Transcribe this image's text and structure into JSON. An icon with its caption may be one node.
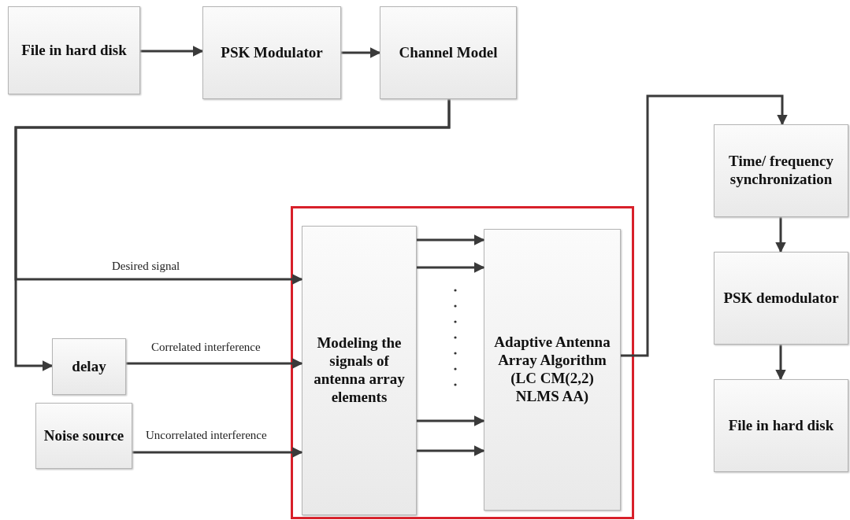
{
  "diagram": {
    "nodes": [
      {
        "text": [
          "File in hard disk"
        ]
      },
      {
        "text": [
          "PSK Modulator"
        ]
      },
      {
        "text": [
          "Channel Model"
        ]
      },
      {
        "text": [],
        "shape": "box"
      },
      {
        "text": [
          "Modeling the signals of antenna array elements"
        ],
        "in": 3
      },
      {
        "text": [
          "Adaptive Antenna Array Algorithm (LC CM(2,2) NLMS AA)"
        ],
        "in": 3
      },
      {
        "text": [
          "delay"
        ]
      },
      {
        "text": [
          "Noise source"
        ]
      },
      {
        "text": [
          "Time/ frequency synchronization"
        ]
      },
      {
        "text": [
          "PSK demodulator"
        ]
      },
      {
        "text": [
          "File in hard disk"
        ]
      }
    ],
    "edges": [
      {
        "from": 0,
        "to": 1,
        "arrow": "to"
      },
      {
        "from": 1,
        "to": 2,
        "arrow": "to"
      },
      {
        "from": 2,
        "to": 4,
        "arrow": "to",
        "label": "Desired signal"
      },
      {
        "from": 2,
        "to": 6,
        "arrow": "to"
      },
      {
        "from": 6,
        "to": 4,
        "arrow": "to",
        "label": "Correlated interference"
      },
      {
        "from": 7,
        "to": 4,
        "arrow": "to",
        "label": "Uncorrelated interference"
      },
      {
        "from": 4,
        "to": 5,
        "arrow": "to"
      },
      {
        "from": 4,
        "to": 5,
        "arrow": "to"
      },
      {
        "from": 4,
        "to": 5,
        "arrow": "to"
      },
      {
        "from": 4,
        "to": 5,
        "arrow": "to"
      },
      {
        "from": 5,
        "to": 8,
        "arrow": "to"
      },
      {
        "from": 8,
        "to": 9,
        "arrow": "to"
      },
      {
        "from": 9,
        "to": 10,
        "arrow": "to"
      }
    ]
  }
}
